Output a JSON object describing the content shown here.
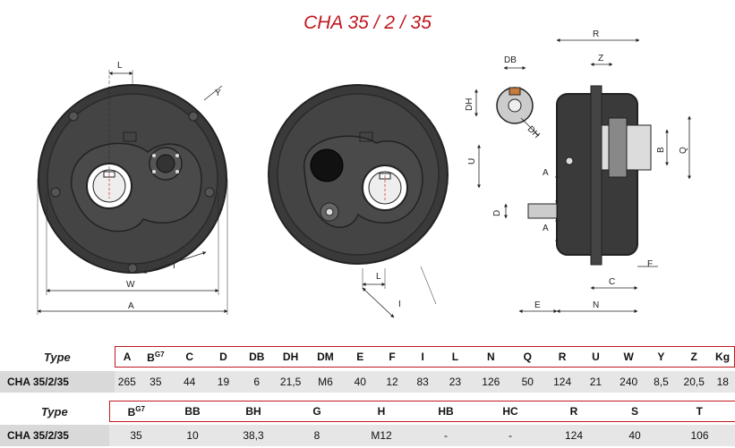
{
  "title": "CHA 35 / 2 / 35",
  "dim_labels": {
    "L1": "L",
    "Y": "Y",
    "W": "W",
    "A": "A",
    "I1": "I",
    "L2": "L",
    "I2": "I",
    "U": "U",
    "DB": "DB",
    "DH1": "DH",
    "DH2": "DH",
    "R": "R",
    "Z": "Z",
    "B": "B",
    "Q": "Q",
    "A2": "A",
    "D": "D",
    "A3": "A",
    "F": "F",
    "C": "C",
    "E": "E",
    "N": "N"
  },
  "table1": {
    "type_label": "Type",
    "headers": [
      "A",
      "B",
      "C",
      "D",
      "DB",
      "DH",
      "DM",
      "E",
      "F",
      "I",
      "L",
      "N",
      "Q",
      "R",
      "U",
      "W",
      "Y",
      "Z",
      "Kg"
    ],
    "b_superscript": "G7",
    "row_label": "CHA 35/2/35",
    "values": [
      "265",
      "35",
      "44",
      "19",
      "6",
      "21,5",
      "M6",
      "40",
      "12",
      "83",
      "23",
      "126",
      "50",
      "124",
      "21",
      "240",
      "8,5",
      "20,5",
      "18"
    ]
  },
  "table2": {
    "type_label": "Type",
    "headers": [
      "B",
      "BB",
      "BH",
      "G",
      "H",
      "HB",
      "HC",
      "R",
      "S",
      "T"
    ],
    "b_superscript": "G7",
    "row_label": "CHA 35/2/35",
    "values": [
      "35",
      "10",
      "38,3",
      "8",
      "M12",
      "-",
      "-",
      "124",
      "40",
      "106"
    ]
  }
}
